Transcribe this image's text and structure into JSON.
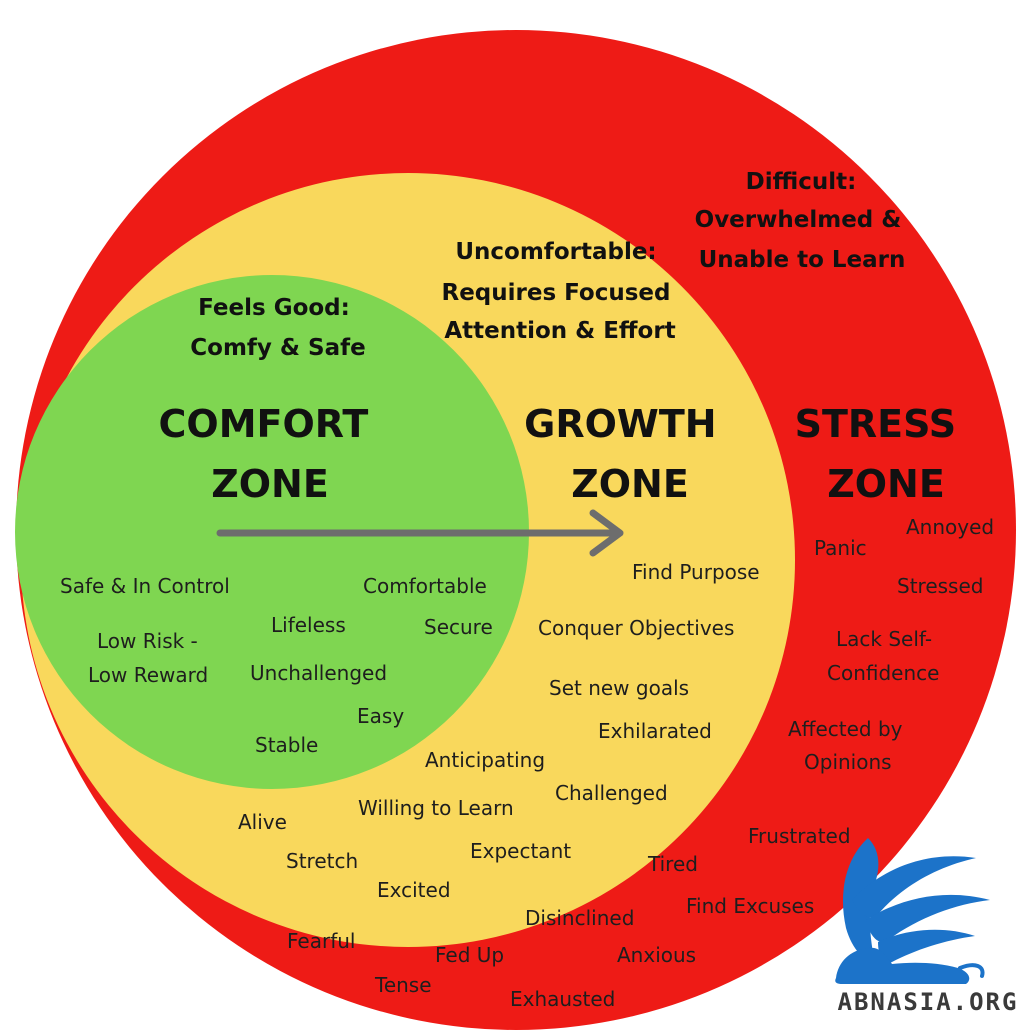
{
  "colors": {
    "stress": "#ee1b16",
    "growth": "#f9d85c",
    "comfort": "#7fd651",
    "arrow": "#6d6d6d",
    "logo": "#1c73c9"
  },
  "stress_zone": {
    "heading": [
      "Difficult:",
      "Overwhelmed &",
      "Unable to Learn"
    ],
    "title": [
      "STRESS",
      "ZONE"
    ],
    "words": [
      "Annoyed",
      "Panic",
      "Stressed",
      "Lack Self-",
      "Confidence",
      "Affected by",
      "Opinions",
      "Frustrated",
      "Tired",
      "Find Excuses",
      "Disinclined",
      "Fearful",
      "Fed Up",
      "Anxious",
      "Tense",
      "Exhausted"
    ]
  },
  "growth_zone": {
    "heading": [
      "Uncomfortable:",
      "Requires Focused",
      "Attention & Effort"
    ],
    "title": [
      "GROWTH",
      "ZONE"
    ],
    "words": [
      "Find Purpose",
      "Conquer Objectives",
      "Set new goals",
      "Exhilarated",
      "Anticipating",
      "Challenged",
      "Willing to Learn",
      "Alive",
      "Stretch",
      "Expectant",
      "Excited"
    ]
  },
  "comfort_zone": {
    "heading": [
      "Feels Good:",
      "Comfy & Safe"
    ],
    "title": [
      "COMFORT",
      "ZONE"
    ],
    "words": [
      "Safe & In Control",
      "Comfortable",
      "Lifeless",
      "Secure",
      "Low Risk -",
      "Low Reward",
      "Unchallenged",
      "Easy",
      "Stable"
    ]
  },
  "logo": {
    "icon": "winged-lion-icon",
    "text": "ABNASIA.ORG"
  }
}
